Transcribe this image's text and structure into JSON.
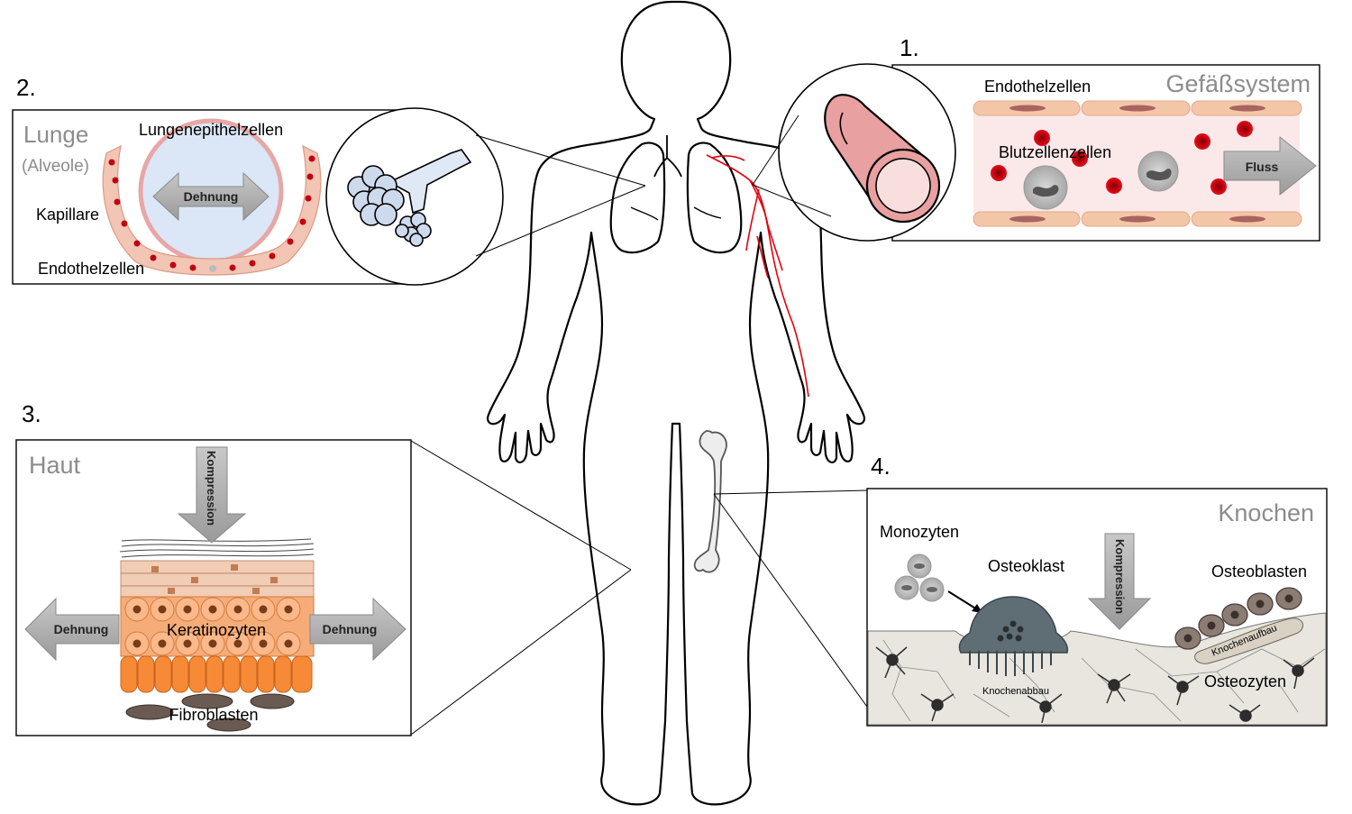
{
  "panels": {
    "vessel": {
      "number": "1.",
      "title": "Gefäßsystem",
      "labels": {
        "endothelial": "Endothelzellen",
        "blood_cells": "Blutzellenzellen",
        "flow": "Fluss"
      }
    },
    "lung": {
      "number": "2.",
      "title": "Lunge",
      "subtitle": "(Alveole)",
      "labels": {
        "epithelial": "Lungenepithelzellen",
        "stretch": "Dehnung",
        "capillary": "Kapillare",
        "endothelial": "Endothelzellen"
      }
    },
    "skin": {
      "number": "3.",
      "title": "Haut",
      "labels": {
        "compression": "Kompression",
        "stretch_left": "Dehnung",
        "stretch_right": "Dehnung",
        "keratinocytes": "Keratinozyten",
        "fibroblasts": "Fibroblasten"
      }
    },
    "bone": {
      "number": "4.",
      "title": "Knochen",
      "labels": {
        "monocytes": "Monozyten",
        "osteoclast": "Osteoklast",
        "compression": "Kompression",
        "osteoblasts": "Osteoblasten",
        "bone_formation": "Knochenaufbau",
        "bone_resorption": "Knochenabbau",
        "osteocytes": "Osteozyten"
      }
    }
  },
  "colors": {
    "vessel_red": "#e3000f",
    "vessel_wall": "#f3c6a8",
    "lung_blue": "#dbe6f6",
    "skin_orange": "#f5a36a",
    "bone_gray": "#e8e6df",
    "cell_dark": "#5f6e75",
    "arrow_gray": "#a6a6a6"
  }
}
